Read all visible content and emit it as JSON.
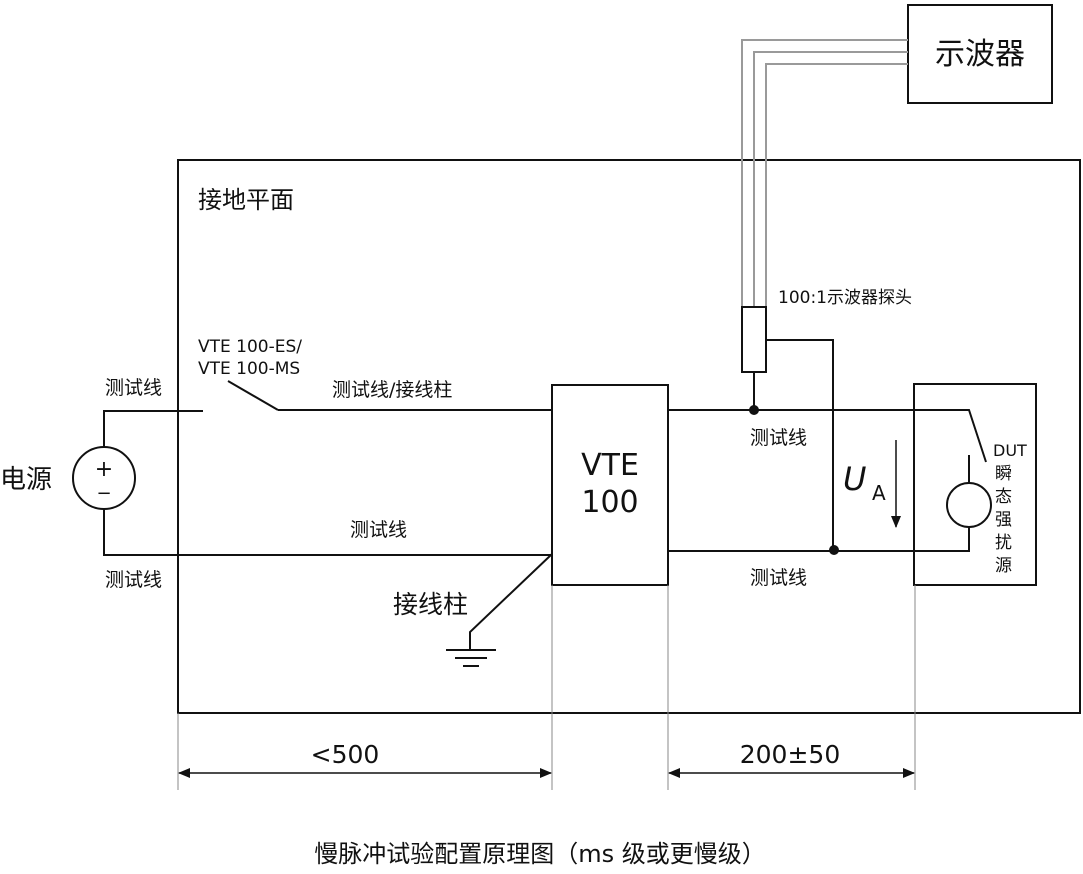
{
  "oscilloscope": "示波器",
  "ground_plane": "接地平面",
  "probe": "100:1示波器探头",
  "switch_model_1": "VTE 100-ES/",
  "switch_model_2": "VTE 100-MS",
  "power_source": "电源",
  "source_plus": "+",
  "source_minus": "−",
  "test_lead": "测试线",
  "test_lead_terminal": "测试线/接线柱",
  "terminal": "接线柱",
  "vte_line1": "VTE",
  "vte_line2": "100",
  "dut_label": "DUT",
  "dut_desc": [
    "瞬",
    "态",
    "强",
    "扰",
    "源"
  ],
  "voltage_symbol": "U",
  "voltage_subscript": "A",
  "dim_left": "<500",
  "dim_right": "200±50",
  "caption": "慢脉冲试验配置原理图（ms 级或更慢级）"
}
